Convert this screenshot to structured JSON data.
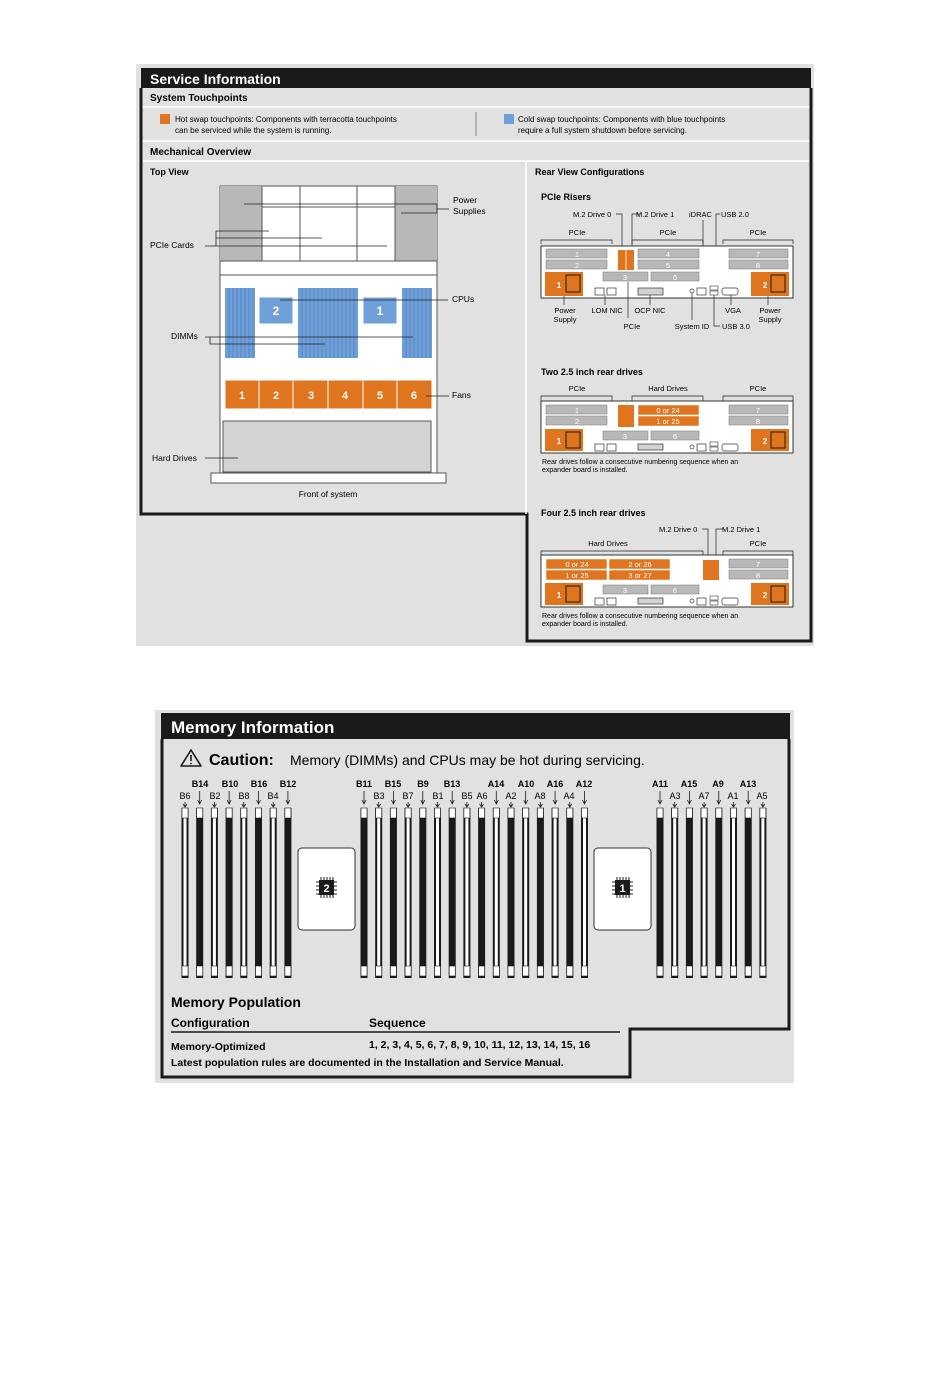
{
  "colors": {
    "hot": "#e0751f",
    "cold": "#6f9fd8",
    "panel": "#e1e1e1",
    "dark": "#1a1a1a"
  },
  "service": {
    "title": "Service Information",
    "touchpoints_heading": "System Touchpoints",
    "hot_line1": "Hot swap touchpoints: Components with terracotta touchpoints",
    "hot_line2": "can be serviced while the system is running.",
    "cold_line1": "Cold swap touchpoints: Components with blue touchpoints",
    "cold_line2": "require a full system shutdown before servicing.",
    "mech_heading": "Mechanical Overview",
    "top_view": {
      "title": "Top View",
      "power_line1": "Power",
      "power_line2": "Supplies",
      "pcie_cards": "PCIe Cards",
      "cpus": "CPUs",
      "dimms": "DIMMs",
      "fans": "Fans",
      "hard_drives": "Hard Drives",
      "front": "Front of system",
      "cpu_labels": [
        "2",
        "1"
      ],
      "fan_labels": [
        "1",
        "2",
        "3",
        "4",
        "5",
        "6"
      ]
    },
    "rear": {
      "title": "Rear View Configurations",
      "risers": {
        "title": "PCIe Risers",
        "m2_0": "M.2 Drive 0",
        "m2_1": "M.2 Drive 1",
        "idrac": "iDRAC",
        "usb2": "USB 2.0",
        "pcie": "PCIe",
        "slots": [
          "1",
          "2",
          "3",
          "4",
          "5",
          "6",
          "7",
          "8"
        ],
        "psu_left": "1",
        "psu_right": "2",
        "ps_line1": "Power",
        "ps_line2": "Supply",
        "lom": "LOM NIC",
        "ocp": "OCP NIC",
        "vga": "VGA",
        "pcie_bottom": "PCIe",
        "sysid": "System ID",
        "usb3": "USB 3.0"
      },
      "two_drives": {
        "title": "Two 2.5 inch rear drives",
        "pcie": "PCIe",
        "hard_drives": "Hard Drives",
        "drive_a": "0 or 24",
        "drive_b": "1 or 25",
        "slots": [
          "1",
          "2",
          "3",
          "6",
          "7",
          "8"
        ],
        "note1": "Rear drives follow a consecutive numbering sequence when an",
        "note2": "expander board is installed."
      },
      "four_drives": {
        "title": "Four 2.5 inch rear drives",
        "m2_0": "M.2 Drive 0",
        "m2_1": "M.2 Drive 1",
        "hard_drives": "Hard Drives",
        "pcie": "PCIe",
        "drive_a": "0 or 24",
        "drive_b": "1 or 25",
        "drive_c": "2 or 26",
        "drive_d": "3 or 27",
        "slots": [
          "7",
          "8",
          "3",
          "6"
        ],
        "note1": "Rear drives follow a consecutive numbering sequence when an",
        "note2": "expander board is installed."
      }
    }
  },
  "memory": {
    "title": "Memory Information",
    "caution_bold": "Caution:",
    "caution_text": "Memory (DIMMs) and CPUs may be hot during servicing.",
    "cpu_left": "2",
    "cpu_right": "1",
    "group_b_top": [
      "B14",
      "B10",
      "B16",
      "B12"
    ],
    "group_b_bottom": [
      "B6",
      "B2",
      "B8",
      "B4"
    ],
    "group_mid_top_b": [
      "B11",
      "B15",
      "B9",
      "B13"
    ],
    "group_mid_top_a": [
      "A14",
      "A10",
      "A16",
      "A12"
    ],
    "group_mid_bottom": [
      "B3",
      "B7",
      "B1",
      "B5",
      "A6",
      "A2",
      "A8",
      "A4"
    ],
    "group_a_top": [
      "A11",
      "A15",
      "A9",
      "A13"
    ],
    "group_a_bottom": [
      "A3",
      "A7",
      "A1",
      "A5"
    ],
    "population_title": "Memory Population",
    "col_config": "Configuration",
    "col_sequence": "Sequence",
    "config_name": "Memory-Optimized",
    "config_sequence": "1, 2, 3, 4, 5, 6, 7, 8, 9, 10, 11, 12, 13, 14, 15, 16",
    "footer": "Latest population rules are documented in the Installation and Service Manual."
  }
}
